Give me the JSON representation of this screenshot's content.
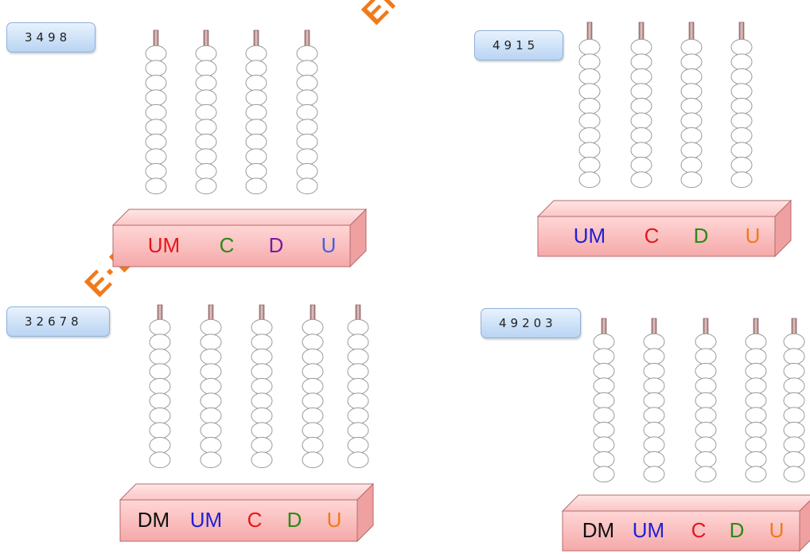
{
  "watermark": {
    "text_top": "ENS",
    "text_left": "E·D"
  },
  "abaci": [
    {
      "number": "3498",
      "labels": [
        {
          "text": "UM",
          "color": "#e8151b"
        },
        {
          "text": "C",
          "color": "#2a8a17"
        },
        {
          "text": "D",
          "color": "#7a1aa0"
        },
        {
          "text": "U",
          "color": "#3f62e0"
        }
      ]
    },
    {
      "number": "4915",
      "labels": [
        {
          "text": "UM",
          "color": "#2020d8"
        },
        {
          "text": "C",
          "color": "#e8151b"
        },
        {
          "text": "D",
          "color": "#2a8a17"
        },
        {
          "text": "U",
          "color": "#f07a1a"
        }
      ]
    },
    {
      "number": "32678",
      "labels": [
        {
          "text": "DM",
          "color": "#111111"
        },
        {
          "text": "UM",
          "color": "#2020d8"
        },
        {
          "text": "C",
          "color": "#e8151b"
        },
        {
          "text": "D",
          "color": "#2a8a17"
        },
        {
          "text": "U",
          "color": "#f07a1a"
        }
      ]
    },
    {
      "number": "49203",
      "labels": [
        {
          "text": "DM",
          "color": "#111111"
        },
        {
          "text": "UM",
          "color": "#2020d8"
        },
        {
          "text": "C",
          "color": "#e8151b"
        },
        {
          "text": "D",
          "color": "#2a8a17"
        },
        {
          "text": "U",
          "color": "#f07a1a"
        }
      ]
    }
  ]
}
